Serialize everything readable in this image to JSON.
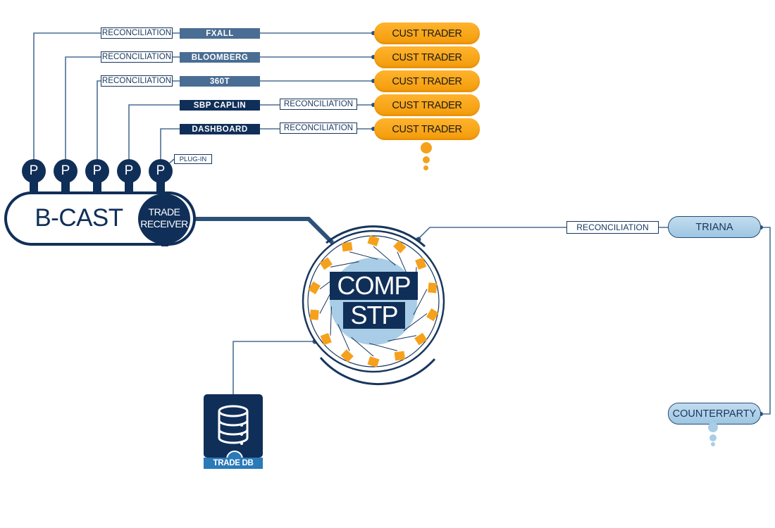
{
  "labels": {
    "reconciliation": "RECONCILIATION",
    "plug_in": "PLUG-IN",
    "p": "P"
  },
  "platforms": [
    "FXALL",
    "BLOOMBERG",
    "360T",
    "SBP CAPLIN",
    "DASHBOARD"
  ],
  "cust_trader": "CUST TRADER",
  "bcast": {
    "title": "B-CAST",
    "receiver": [
      "TRADE",
      "RECEIVER"
    ]
  },
  "comp": {
    "line1": "COMP",
    "line2": "STP"
  },
  "triana": "TRIANA",
  "counterparty": "COUNTERPARTY",
  "trade_db": "TRADE DB",
  "colors": {
    "navy": "#102f58",
    "steel": "#4a6d93",
    "orange": "#f5a11c",
    "light_blue": "#a9cde6",
    "line": "#4c6f94"
  }
}
